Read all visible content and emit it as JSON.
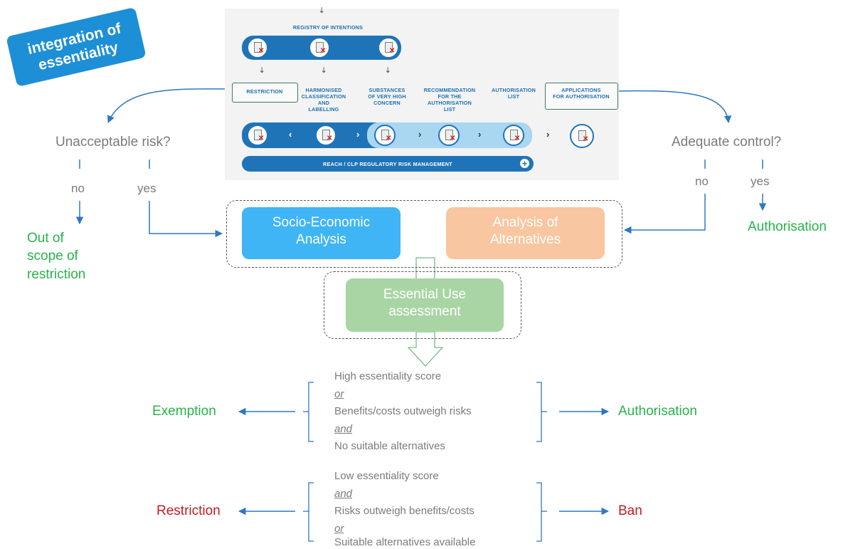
{
  "badge": {
    "line1": "integration of",
    "line2": "essentiality"
  },
  "panel": {
    "registry": "REGISTRY OF INTENTIONS",
    "steps": [
      {
        "lines": [
          "RESTRICTION"
        ]
      },
      {
        "lines": [
          "HARMONISED",
          "CLASSIFICATION",
          "AND",
          "LABELLING"
        ]
      },
      {
        "lines": [
          "SUBSTANCES",
          "OF VERY HIGH",
          "CONCERN"
        ]
      },
      {
        "lines": [
          "RECOMMENDATION",
          "FOR THE",
          "AUTHORISATION",
          "LIST"
        ]
      },
      {
        "lines": [
          "AUTHORISATION",
          "LIST"
        ]
      },
      {
        "lines": [
          "APPLICATIONS",
          "FOR AUTHORISATION"
        ]
      }
    ],
    "bottom_bar": "REACH / CLP REGULATORY RISK MANAGEMENT",
    "plus": "+"
  },
  "left_branch": {
    "question": "Unacceptable risk?",
    "no": "no",
    "yes": "yes",
    "outcome": [
      "Out of",
      "scope of",
      "restriction"
    ]
  },
  "right_branch": {
    "question": "Adequate control?",
    "no": "no",
    "yes": "yes",
    "outcome": "Authorisation"
  },
  "boxes": {
    "sea": [
      "Socio-Economic",
      "Analysis"
    ],
    "aoa": [
      "Analysis of",
      "Alternatives"
    ],
    "eua": [
      "Essential Use",
      "assessment"
    ]
  },
  "colors": {
    "sea": "#3fb5f5",
    "aoa": "#f8c6a0",
    "eua": "#a9d5a4",
    "arrow": "#2e78c2",
    "green": "#27b34a",
    "red": "#c01c22"
  },
  "outcome_high": {
    "criteria": [
      "High essentiality score",
      "or",
      "Benefits/costs outweigh risks",
      "and",
      "No suitable alternatives"
    ],
    "left": "Exemption",
    "right": "Authorisation"
  },
  "outcome_low": {
    "criteria": [
      "Low essentiality score",
      "and",
      "Risks outweigh benefits/costs",
      "or",
      "Suitable alternatives available"
    ],
    "left": "Restriction",
    "right": "Ban"
  }
}
